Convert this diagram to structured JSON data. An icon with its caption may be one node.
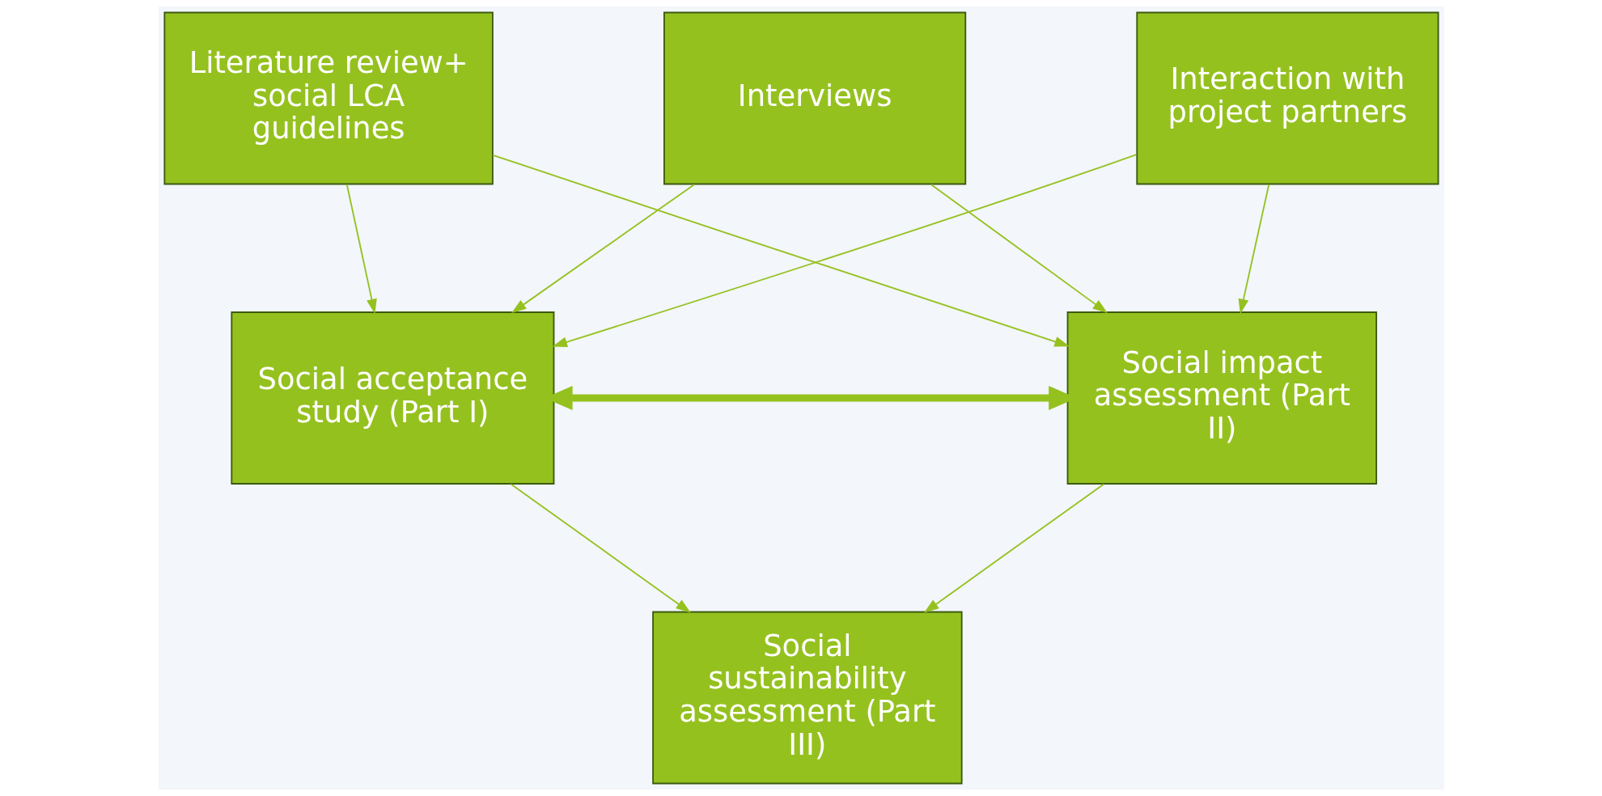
{
  "diagram": {
    "nodes": [
      {
        "text": [
          "Literature review+ social LCA guidelines"
        ]
      },
      {
        "text": [
          "Interviews"
        ]
      },
      {
        "text": [
          "Interaction with project partners"
        ]
      },
      {
        "text": [
          "Social acceptance study (Part I)"
        ]
      },
      {
        "text": [
          "Social impact assessment (Part II)"
        ]
      },
      {
        "text": [
          "Social sustainability assessment (Part III)"
        ]
      }
    ],
    "edges": [
      {
        "from": 0,
        "to": 3,
        "arrow": "to"
      },
      {
        "from": 0,
        "to": 4,
        "arrow": "to"
      },
      {
        "from": 1,
        "to": 3,
        "arrow": "to"
      },
      {
        "from": 1,
        "to": 4,
        "arrow": "to"
      },
      {
        "from": 2,
        "to": 3,
        "arrow": "to"
      },
      {
        "from": 2,
        "to": 4,
        "arrow": "to"
      },
      {
        "from": 3,
        "to": 4,
        "arrow": "both",
        "style": "thick"
      },
      {
        "from": 3,
        "to": 5,
        "arrow": "to"
      },
      {
        "from": 4,
        "to": 5,
        "arrow": "to"
      }
    ]
  }
}
